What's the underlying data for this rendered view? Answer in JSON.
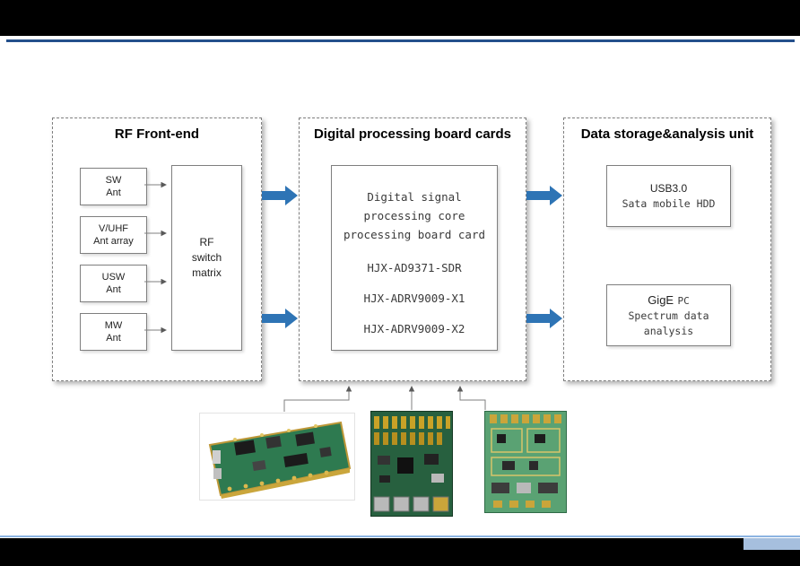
{
  "colors": {
    "accent_arrow_blue": "#2E74B5",
    "header_rule_navy": "#24508C",
    "footer_rule_blue": "#8DB4E2",
    "footer_accent_blue": "#A6BFDE",
    "band_black": "#000000"
  },
  "rf_front_end": {
    "title": "RF Front-end",
    "antennas": [
      {
        "line1": "SW",
        "line2": "Ant"
      },
      {
        "line1": "V/UHF",
        "line2": "Ant array"
      },
      {
        "line1": "USW",
        "line2": "Ant"
      },
      {
        "line1": "MW",
        "line2": "Ant"
      }
    ],
    "switch_matrix": {
      "line1": "RF",
      "line2": "switch",
      "line3": "matrix"
    }
  },
  "digital_processing": {
    "title": "Digital processing board cards",
    "card": {
      "heading1": "Digital signal",
      "heading2": "processing core",
      "heading3": "processing board card",
      "model1": "HJX-AD9371-SDR",
      "model2": "HJX-ADRV9009-X1",
      "model3": "HJX-ADRV9009-X2"
    }
  },
  "data_storage": {
    "title": "Data storage&analysis unit",
    "usb_box": {
      "line1": "USB3.0",
      "line2": "Sata mobile HDD"
    },
    "gige_box": {
      "label_main": "GigE",
      "label_sub": "PC",
      "line2": "Spectrum data",
      "line3": "analysis"
    }
  }
}
